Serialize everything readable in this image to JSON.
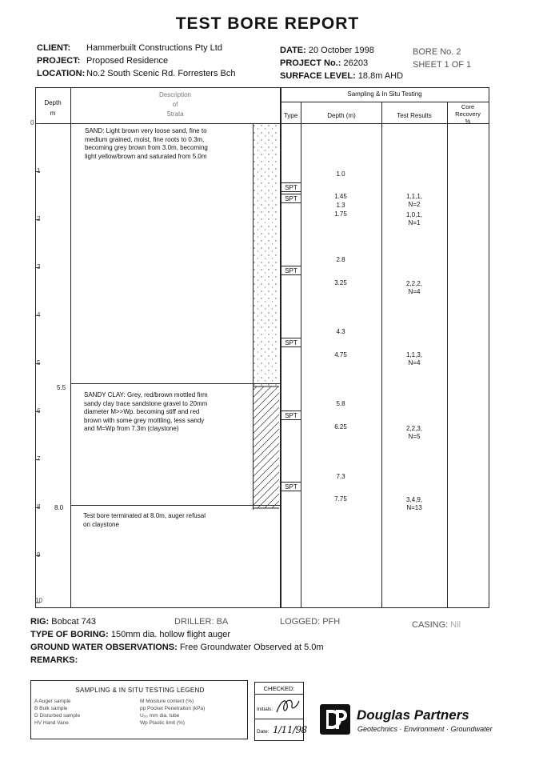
{
  "report": {
    "title": "TEST BORE REPORT"
  },
  "header": {
    "client_label": "CLIENT:",
    "client": "Hammerbuilt Constructions Pty Ltd",
    "project_label": "PROJECT:",
    "project": "Proposed Residence",
    "location_label": "LOCATION:",
    "location": "No.2 South Scenic Rd. Forresters Bch",
    "date_label": "DATE:",
    "date": "20 October 1998",
    "project_no_label": "PROJECT No.:",
    "project_no": "26203",
    "surface_label": "SURFACE LEVEL:",
    "surface": "18.8m AHD",
    "bore_label": "BORE No.",
    "bore_no": "2",
    "sheet": "SHEET 1 OF 1"
  },
  "columns": {
    "depth": "Depth",
    "depth_unit": "m",
    "description": "Description",
    "of": "of",
    "strata": "Strata",
    "sampling": "Sampling & In Situ Testing",
    "type": "Type",
    "sample_depth": "Depth (m)",
    "test_results": "Test Results",
    "core_recovery": "Core\nRecovery\n%"
  },
  "depth_ticks": [
    "0",
    "1",
    "2",
    "3",
    "4",
    "5",
    "6",
    "7",
    "8",
    "9",
    "10"
  ],
  "layer_depths": [
    "5.5",
    "8.0"
  ],
  "strata": [
    "SAND: Light brown very loose sand, fine to\nmedium grained, moist, fine roots to 0.3m,\nbecoming grey brown from 3.0m, becoming\nlight yellow/brown and saturated from 5.0m",
    "SANDY CLAY: Grey, red/brown mottled firm\nsandy clay trace sandstone gravel to 20mm\ndiameter M>>Wp. becoming stiff and red\nbrown with some grey mottling, less sandy\nand M=Wp from 7.3m  (claystone)",
    "Test bore terminated at 8.0m, auger refusal\non claystone"
  ],
  "samples": [
    {
      "type": "SPT",
      "top": "1.0",
      "bottom": "1.45",
      "result": "1,1,1,\nN=2"
    },
    {
      "type": "SPT",
      "top": "1.3",
      "bottom": "1.75",
      "result": "1,0,1,\nN=1"
    },
    {
      "type": "SPT",
      "top": "2.8",
      "bottom": "3.25",
      "result": "2,2,2,\nN=4"
    },
    {
      "type": "SPT",
      "top": "4.3",
      "bottom": "4.75",
      "result": "1,1,3,\nN=4"
    },
    {
      "type": "SPT",
      "top": "5.8",
      "bottom": "6.25",
      "result": "2,2,3,\nN=5"
    },
    {
      "type": "SPT",
      "top": "7.3",
      "bottom": "7.75",
      "result": "3,4,9,\nN=13"
    }
  ],
  "footer": {
    "rig_label": "RIG:",
    "rig": "Bobcat 743",
    "driller_label": "DRILLER:",
    "driller": "BA",
    "logged_label": "LOGGED:",
    "logged": "PFH",
    "casing_label": "CASING:",
    "casing": "Nil",
    "boring_label": "TYPE OF BORING:",
    "boring": "150mm dia. hollow flight auger",
    "gw_label": "GROUND WATER OBSERVATIONS:",
    "gw": "Free Groundwater Observed at 5.0m",
    "remarks_label": "REMARKS:"
  },
  "legend": {
    "title": "SAMPLING & IN SITU TESTING LEGEND",
    "left": [
      "A  Auger sample",
      "B  Bulk sample",
      "D  Disturbed sample",
      "HV Hand Vane"
    ],
    "right": [
      "M  Moisture content (%)",
      "pp Pocket Penetration (kPa)",
      "U₅₀ mm dia. tube",
      "Wp Plastic limit (%)"
    ]
  },
  "checked": {
    "label": "CHECKED:",
    "initials_label": "Initials:",
    "date_label": "Date:",
    "date_value": "1/11/98"
  },
  "company": {
    "name": "Douglas Partners",
    "tagline": "Geotechnics · Environment · Groundwater"
  }
}
